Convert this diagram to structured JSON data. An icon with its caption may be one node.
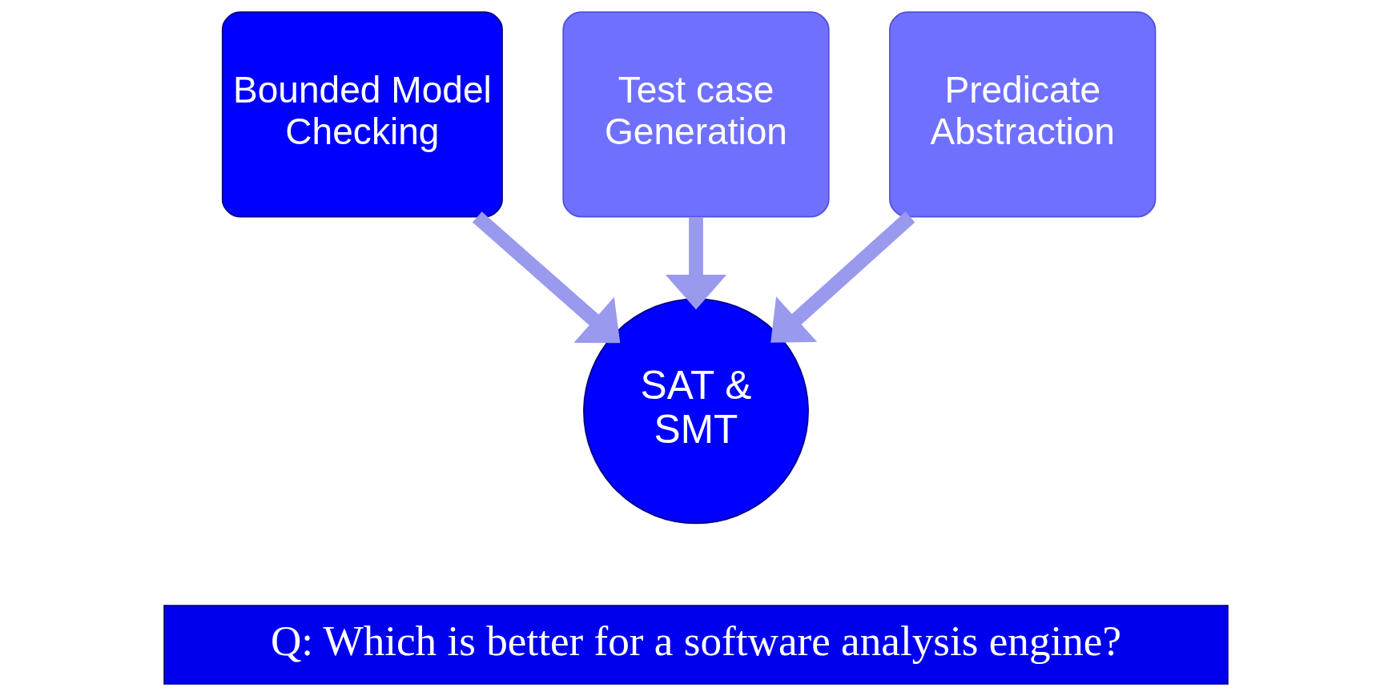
{
  "diagram": {
    "nodes": [
      {
        "text": [
          "Bounded Model Checking"
        ]
      },
      {
        "text": [
          "Test case Generation"
        ]
      },
      {
        "text": [
          "Predicate Abstraction"
        ]
      },
      {
        "text": [
          "SAT & SMT"
        ]
      },
      {
        "text": [
          "Q: Which is better for a software analysis engine?"
        ]
      }
    ],
    "edges": [
      {
        "from": 1,
        "to": 3,
        "arrow": "to"
      },
      {
        "from": 0,
        "to": 3,
        "arrow": "to"
      },
      {
        "from": 2,
        "to": 3,
        "arrow": "to"
      }
    ]
  }
}
